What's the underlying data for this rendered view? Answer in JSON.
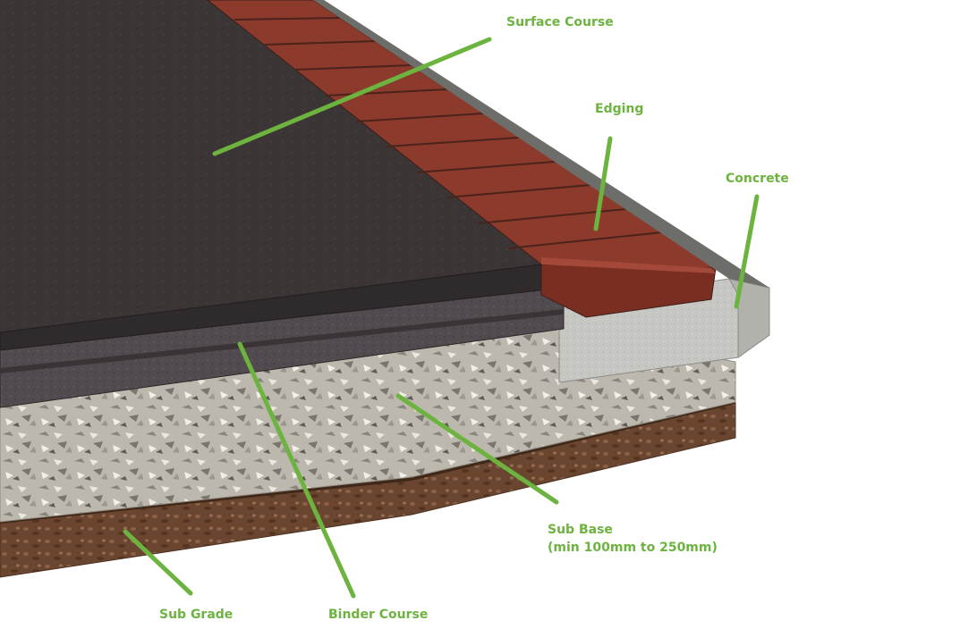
{
  "labels": {
    "surface_course": "Surface Course",
    "edging": "Edging",
    "concrete": "Concrete",
    "sub_base_line1": "Sub Base",
    "sub_base_line2": "(min 100mm to 250mm)",
    "sub_grade": "Sub Grade",
    "binder_course": "Binder Course"
  },
  "colors": {
    "leader_line": "#6db33f",
    "surface_course": "#3a3435",
    "binder_course": "#4a4447",
    "edging_brick": "#8e3a2c",
    "concrete": "#c9c9c5",
    "sub_base": "#b9b5ac",
    "sub_grade": "#6e4a33"
  }
}
